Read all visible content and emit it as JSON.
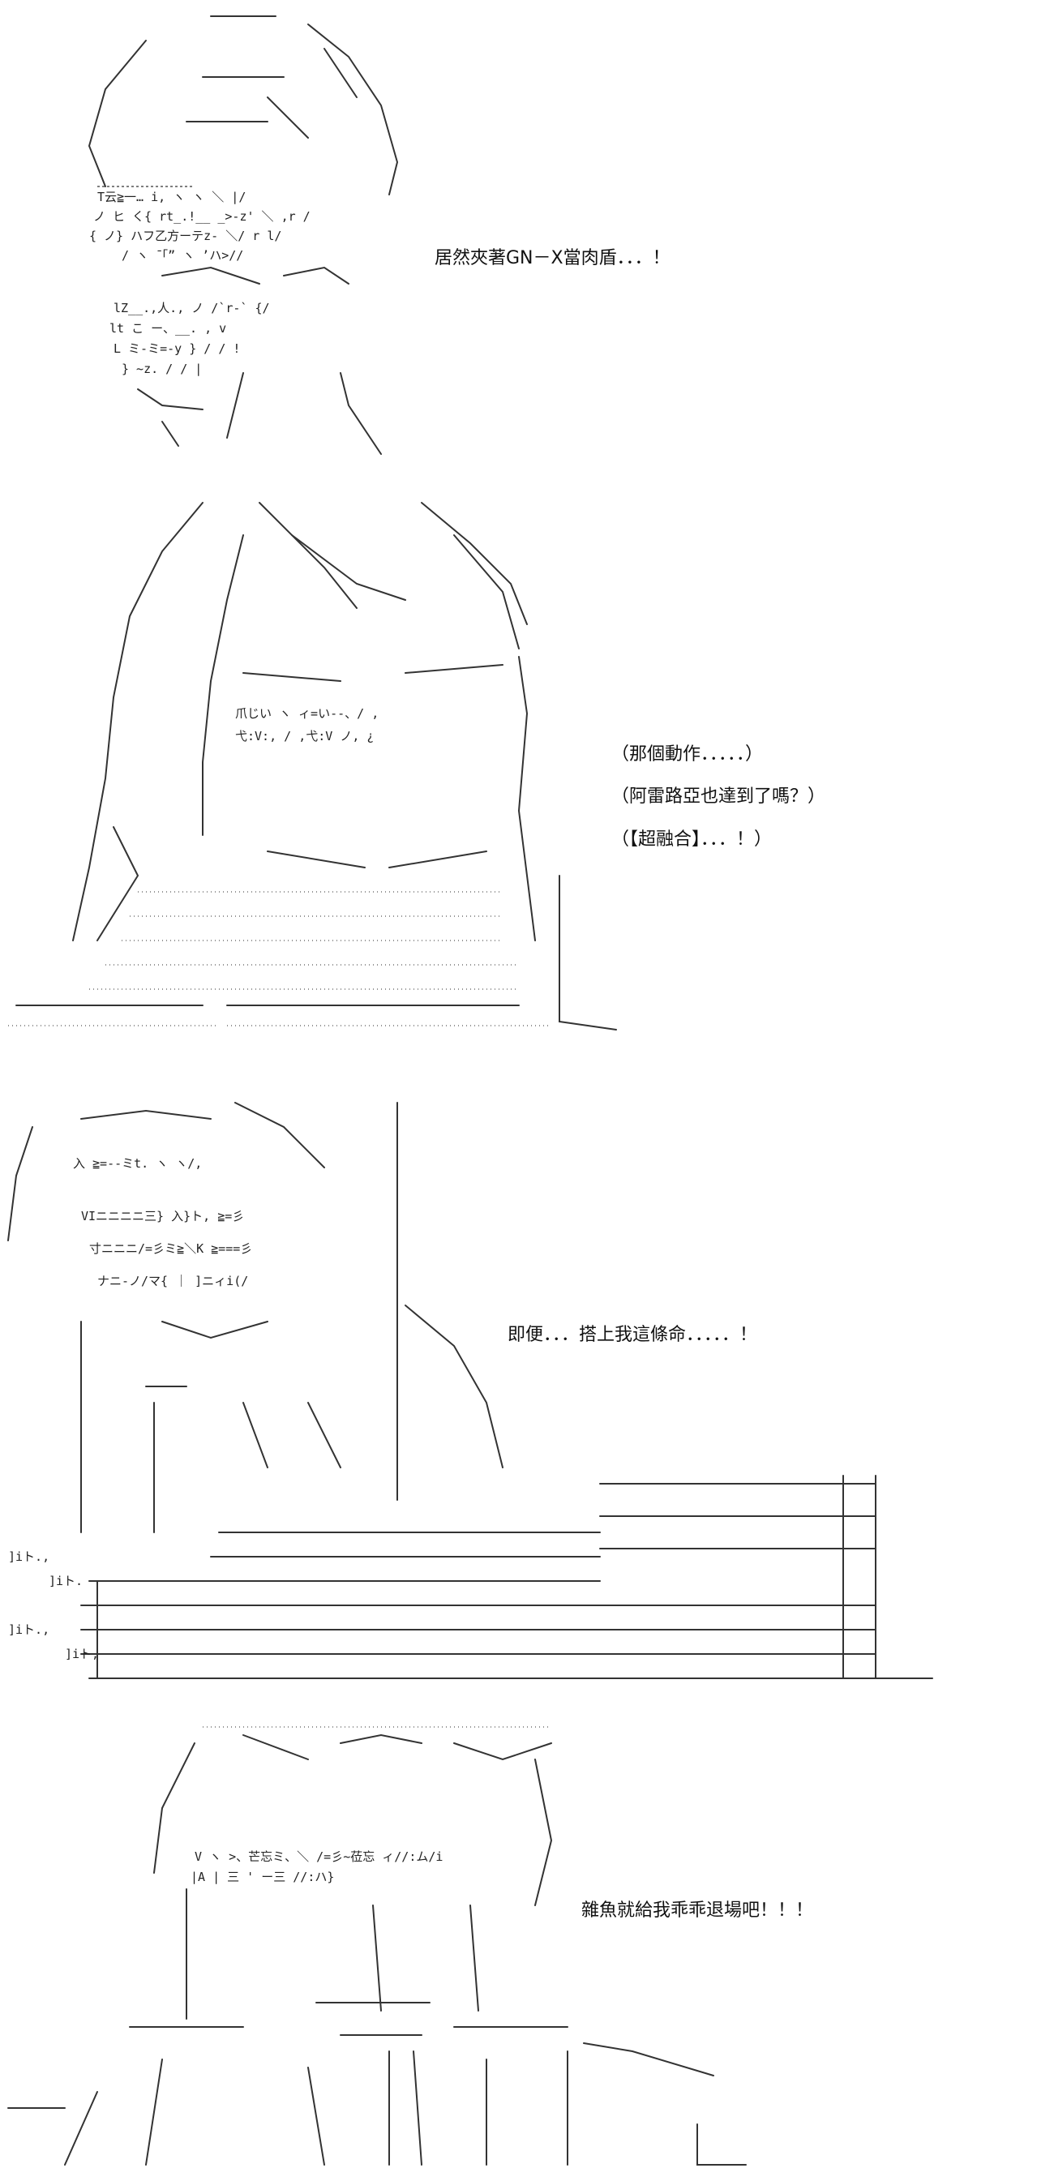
{
  "panels": [
    {
      "art": "ascii-art-character-hooded",
      "lines": [
        "居然夾著GN－X當肉盾．．．！"
      ]
    },
    {
      "art": "ascii-art-character-long-hair",
      "lines": [
        "（那個動作．．．．．）",
        "（阿雷路亞也達到了嗎？）",
        "（【超融合】．．．！）"
      ]
    },
    {
      "art": "ascii-art-character-in-cockpit",
      "lines": [
        "即便．．．搭上我這條命．．．．．！"
      ]
    },
    {
      "art": "ascii-art-character-glaring",
      "lines": [
        "雜魚就給我乖乖退場吧！！！"
      ]
    }
  ]
}
